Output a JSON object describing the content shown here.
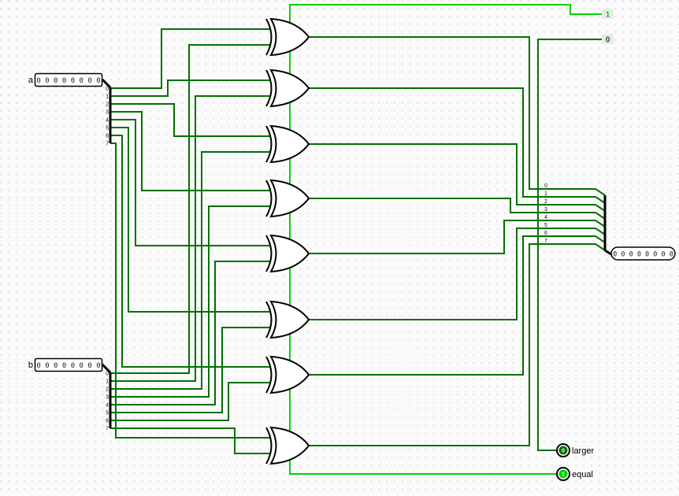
{
  "colors": {
    "wire_low": "#007000",
    "wire_high": "#00d200",
    "canvas_bg": "#fbfbfb",
    "grid_dot": "#c8c8c8"
  },
  "inputs": {
    "a": {
      "label": "a",
      "value": "0 0 0 0 0 0 0 0"
    },
    "b": {
      "label": "b",
      "value": "0 0 0 0 0 0 0 0"
    }
  },
  "output": {
    "value": "0 0 0 0 0 0 0 0"
  },
  "constants": {
    "one": "1",
    "zero": "0"
  },
  "probes": {
    "larger": {
      "label": "larger",
      "value": "0"
    },
    "equal": {
      "label": "equal",
      "value": "1"
    }
  },
  "bits": [
    "0",
    "1",
    "2",
    "3",
    "4",
    "5",
    "6",
    "7"
  ]
}
